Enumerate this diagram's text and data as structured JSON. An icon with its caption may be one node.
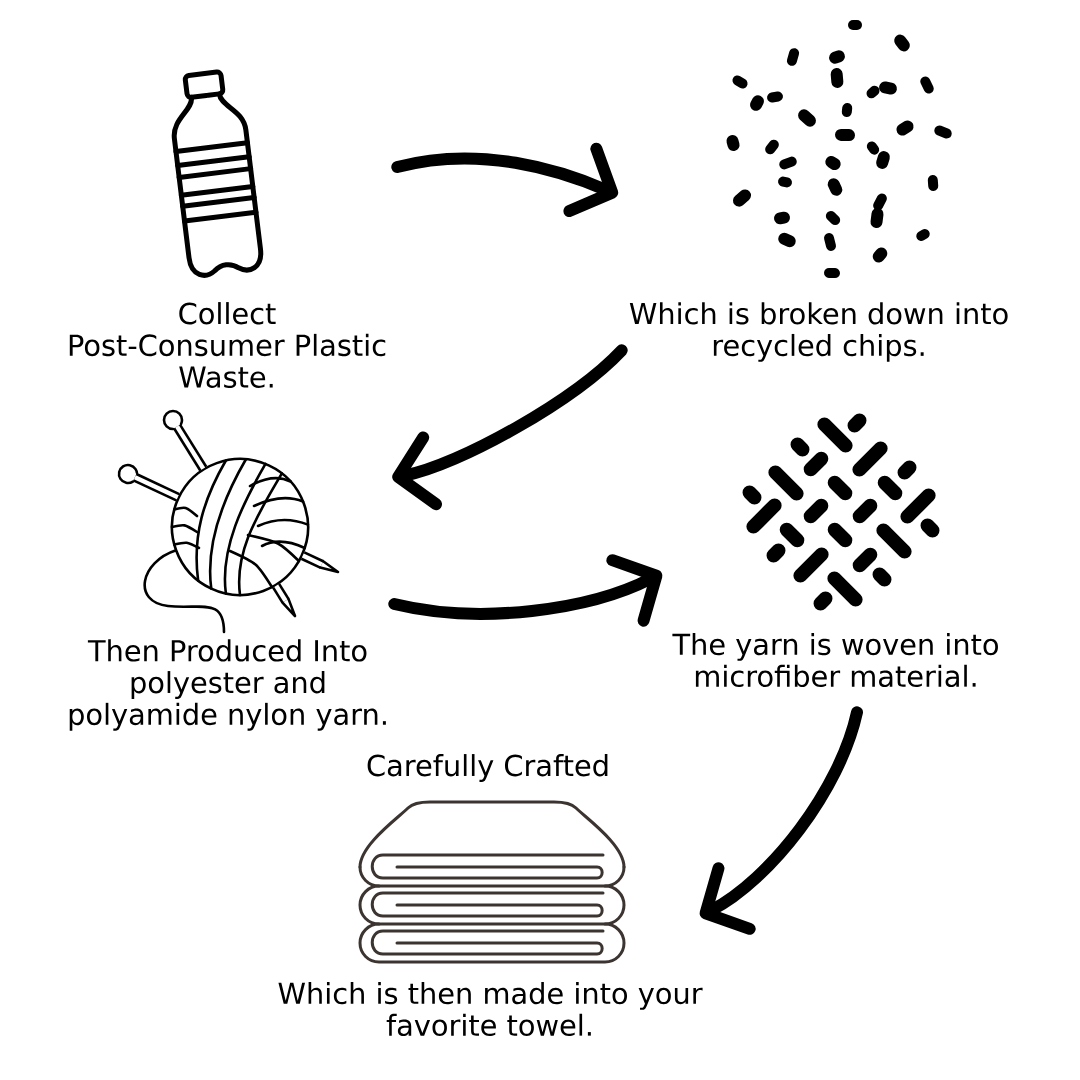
{
  "diagram": {
    "nodes": [
      {
        "text": [
          "Collect Post-Consumer Plastic Waste."
        ]
      },
      {
        "text": [
          "Which is broken down into recycled chips."
        ]
      },
      {
        "text": [
          "Then Produced Into polyester and polyamide nylon yarn."
        ]
      },
      {
        "text": [
          "The yarn is woven into microfiber material."
        ]
      },
      {
        "text": [
          "Carefully Crafted",
          "Which is then made into your favorite towel."
        ]
      }
    ],
    "edges": [
      {
        "from": 0,
        "to": 1,
        "arrow": "to"
      },
      {
        "from": 1,
        "to": 2,
        "arrow": "to"
      },
      {
        "from": 2,
        "to": 3,
        "arrow": "to"
      },
      {
        "from": 3,
        "to": 4,
        "arrow": "to"
      }
    ]
  }
}
